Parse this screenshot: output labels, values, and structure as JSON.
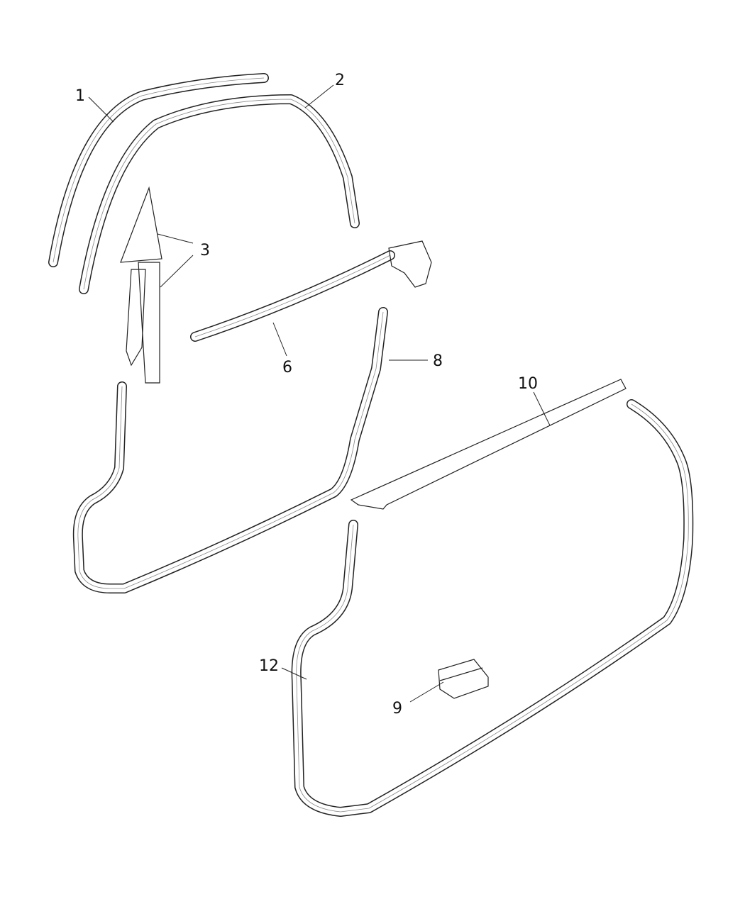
{
  "diagram": {
    "callouts": [
      {
        "id": "1",
        "label": "1"
      },
      {
        "id": "2",
        "label": "2"
      },
      {
        "id": "3",
        "label": "3"
      },
      {
        "id": "6",
        "label": "6"
      },
      {
        "id": "8",
        "label": "8"
      },
      {
        "id": "10",
        "label": "10"
      },
      {
        "id": "9",
        "label": "9"
      },
      {
        "id": "12",
        "label": "12"
      }
    ]
  }
}
